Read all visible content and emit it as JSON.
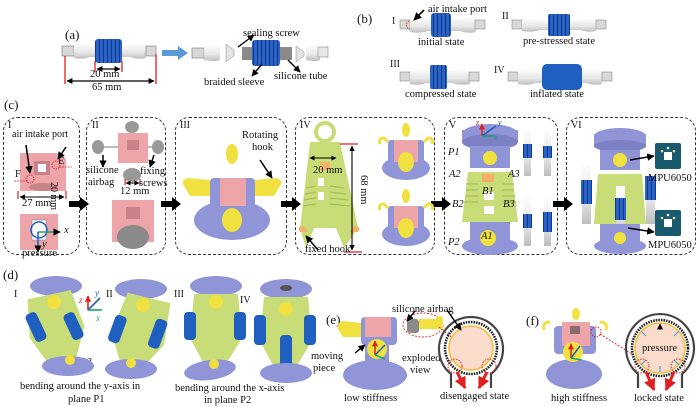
{
  "panels": {
    "a": {
      "label": "(a)",
      "dim_inner": "20 mm",
      "dim_outer": "65 mm",
      "callouts": [
        "sealing screw",
        "braided sleeve",
        "silicone tube"
      ]
    },
    "b": {
      "label": "(b)",
      "states": [
        {
          "numeral": "I",
          "caption": "initial state",
          "callout": "air intake port"
        },
        {
          "numeral": "II",
          "caption": "pre-stressed state"
        },
        {
          "numeral": "III",
          "caption": "compressed state"
        },
        {
          "numeral": "IV",
          "caption": "inflated state"
        }
      ]
    },
    "c": {
      "label": "(c)",
      "steps": [
        {
          "numeral": "I",
          "callouts": [
            "air intake port",
            "E",
            "F",
            "20 mm",
            "27 mm",
            "x",
            "y",
            "pressure"
          ]
        },
        {
          "numeral": "II",
          "callouts": [
            "silicone",
            "airbag",
            "fixing",
            "screws",
            "12 mm"
          ]
        },
        {
          "numeral": "III",
          "callouts": [
            "Rotating",
            "hook"
          ]
        },
        {
          "numeral": "IV",
          "callouts": [
            "20 mm",
            "68 mm",
            "fixed hook"
          ]
        },
        {
          "numeral": "V",
          "callouts": [
            "P1",
            "P2",
            "A1",
            "A2",
            "A3",
            "B1",
            "B2",
            "B3",
            "z",
            "y",
            "x"
          ]
        },
        {
          "numeral": "VI",
          "callouts": [
            "MPU6050",
            "MPU6050"
          ]
        }
      ]
    },
    "d": {
      "label": "(d)",
      "numerals": [
        "I",
        "II",
        "III",
        "IV"
      ],
      "plane_top": "P1",
      "plane_bottom": "P2",
      "axes": [
        "z",
        "y",
        "x"
      ],
      "caption_left_1": "bending around the y-axis in",
      "caption_left_2": "plane P1",
      "caption_right_1": "bending around the x-axis",
      "caption_right_2": "in plane P2"
    },
    "e": {
      "label": "(e)",
      "callouts": [
        "silicone airbag",
        "moving",
        "piece",
        "exploded",
        "view"
      ],
      "caption": "low stiffness",
      "state_caption": "disengaged state"
    },
    "f": {
      "label": "(f)",
      "center_text": "pressure",
      "caption": "high stiffness",
      "state_caption": "locked state"
    }
  },
  "colors": {
    "blue_sleeve": "#1f5fbf",
    "pink_block": "#e9a3a8",
    "yellow_hook": "#f0e040",
    "lavender_plate": "#8f95d6",
    "green_frame": "#c8dc78",
    "red_dim": "#e02020",
    "arrow_blue": "#5a9ad8",
    "chip_teal": "#1a5a6e"
  }
}
